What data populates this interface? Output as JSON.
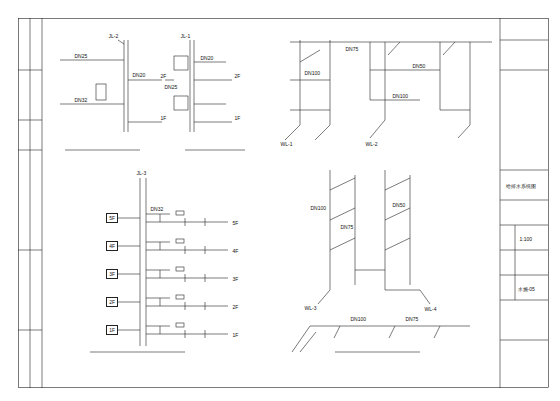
{
  "diagram": {
    "nodes": [
      {
        "text": [
          "5F"
        ]
      },
      {
        "text": [
          "4F"
        ]
      },
      {
        "text": [
          "3F"
        ]
      },
      {
        "text": [
          "2F"
        ]
      },
      {
        "text": [
          "1F"
        ]
      }
    ],
    "labels": [
      "JL-2",
      "DN25",
      "DN20",
      "2F",
      "1F",
      "DN32",
      "JL-1",
      "DN25",
      "DN20",
      "2F",
      "1F",
      "WL-1",
      "WL-2",
      "DN100",
      "DN75",
      "DN50",
      "DN100",
      "JL-3",
      "DN32",
      "5F",
      "4F",
      "3F",
      "2F",
      "1F",
      "DN100",
      "DN75",
      "DN50",
      "WL-3",
      "WL-4",
      "DN100",
      "DN75",
      "给排水系统图",
      "1:100",
      "水施-05"
    ]
  }
}
